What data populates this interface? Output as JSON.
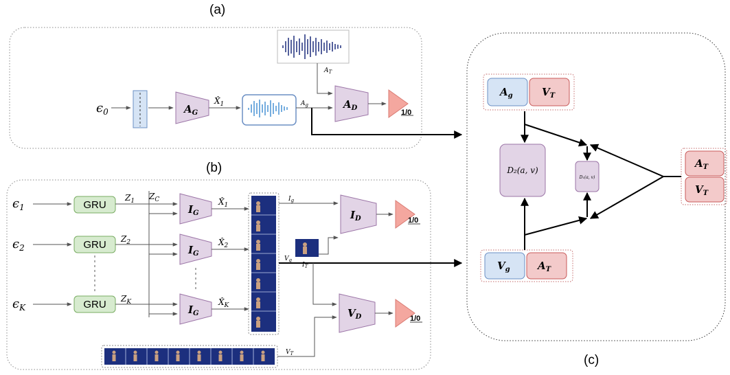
{
  "panels": {
    "a_label": "(a)",
    "b_label": "(b)",
    "c_label": "(c)"
  },
  "panel_a": {
    "noise_in": "ϵ",
    "noise_sub": "0",
    "audio_gen": "A",
    "audio_gen_sub": "G",
    "feature": "X̂",
    "feature_sub": "1",
    "gen_audio": "A",
    "gen_audio_sub": "g",
    "true_audio": "A",
    "true_audio_sub": "T",
    "audio_disc": "A",
    "audio_disc_sub": "D",
    "output": "1/0"
  },
  "panel_b": {
    "noise_1": "ϵ",
    "noise_1_sub": "1",
    "noise_2": "ϵ",
    "noise_2_sub": "2",
    "noise_k": "ϵ",
    "noise_k_sub": "K",
    "gru": "GRU",
    "z1": "Z",
    "z1_sub": "1",
    "z2": "Z",
    "z2_sub": "2",
    "zk": "Z",
    "zk_sub": "K",
    "zc": "Z",
    "zc_sub": "C",
    "img_gen": "I",
    "img_gen_sub": "G",
    "x1": "X̂",
    "x1_sub": "1",
    "x2": "X̂",
    "x2_sub": "2",
    "xk": "X̂",
    "xk_sub": "K",
    "gen_image": "I",
    "gen_image_sub": "g",
    "true_image": "I",
    "true_image_sub": "T",
    "img_disc": "I",
    "img_disc_sub": "D",
    "gen_video": "V",
    "gen_video_sub": "g",
    "video_disc": "V",
    "video_disc_sub": "D",
    "true_video": "V",
    "true_video_sub": "T",
    "output_1": "1/0",
    "output_2": "1/0"
  },
  "panel_c": {
    "ag": "A",
    "ag_sub": "g",
    "vt": "V",
    "vt_sub": "T",
    "at": "A",
    "at_sub": "T",
    "vg": "V",
    "vg_sub": "g",
    "d2": "D₂(a, v)",
    "d1": "D₁(a, v)"
  },
  "colors": {
    "purple_fill": "#e2d4e6",
    "purple_stroke": "#9b74a6",
    "blue_fill": "#d6e4f5",
    "blue_stroke": "#6b8fc4",
    "red_fill": "#f3caca",
    "red_stroke": "#c85a5a",
    "green_fill": "#d7ebcf",
    "green_stroke": "#7aad63",
    "salmon": "#f4a79f"
  }
}
